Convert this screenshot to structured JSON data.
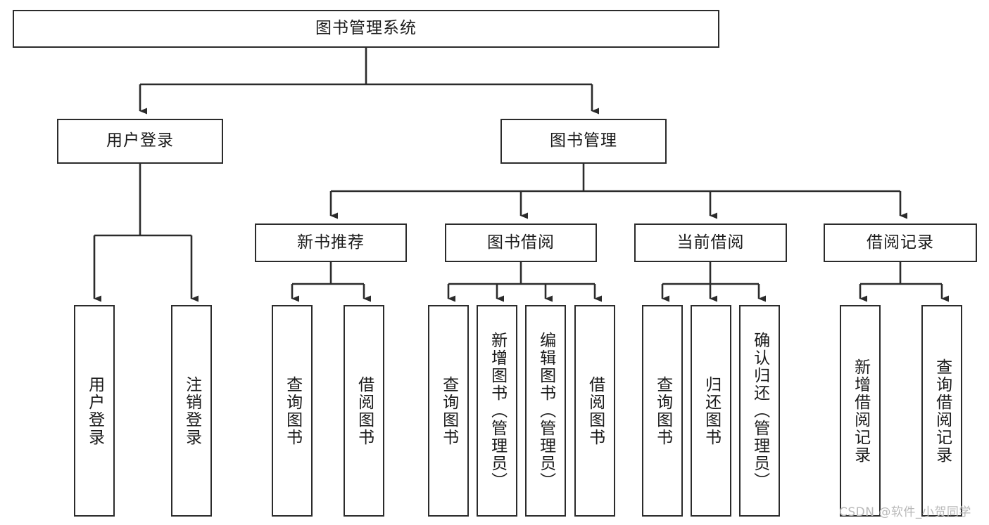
{
  "diagram": {
    "type": "hierarchy-tree",
    "title": "图书管理系统",
    "root": {
      "label": "图书管理系统"
    },
    "level2": [
      {
        "label": "用户登录"
      },
      {
        "label": "图书管理"
      }
    ],
    "level3": [
      {
        "label": "新书推荐"
      },
      {
        "label": "图书借阅"
      },
      {
        "label": "当前借阅"
      },
      {
        "label": "借阅记录"
      }
    ],
    "leaves": {
      "user_login": [
        "用户登录",
        "注销登录"
      ],
      "new_book_rec": [
        "查询图书",
        "借阅图书"
      ],
      "book_borrow": [
        "查询图书",
        "新增图书（管理员）",
        "编辑图书（管理员）",
        "借阅图书"
      ],
      "current_borrow": [
        "查询图书",
        "归还图书",
        "确认归还（管理员）"
      ],
      "borrow_record": [
        "新增借阅记录",
        "查询借阅记录"
      ]
    }
  },
  "watermark": {
    "text": "CSDN @软件_小贺同学"
  },
  "colors": {
    "stroke": "#2b2b2b",
    "box_fill": "#ffffff",
    "text": "#1a1a1a",
    "watermark": "#b9b9b9",
    "background": "#ffffff"
  }
}
